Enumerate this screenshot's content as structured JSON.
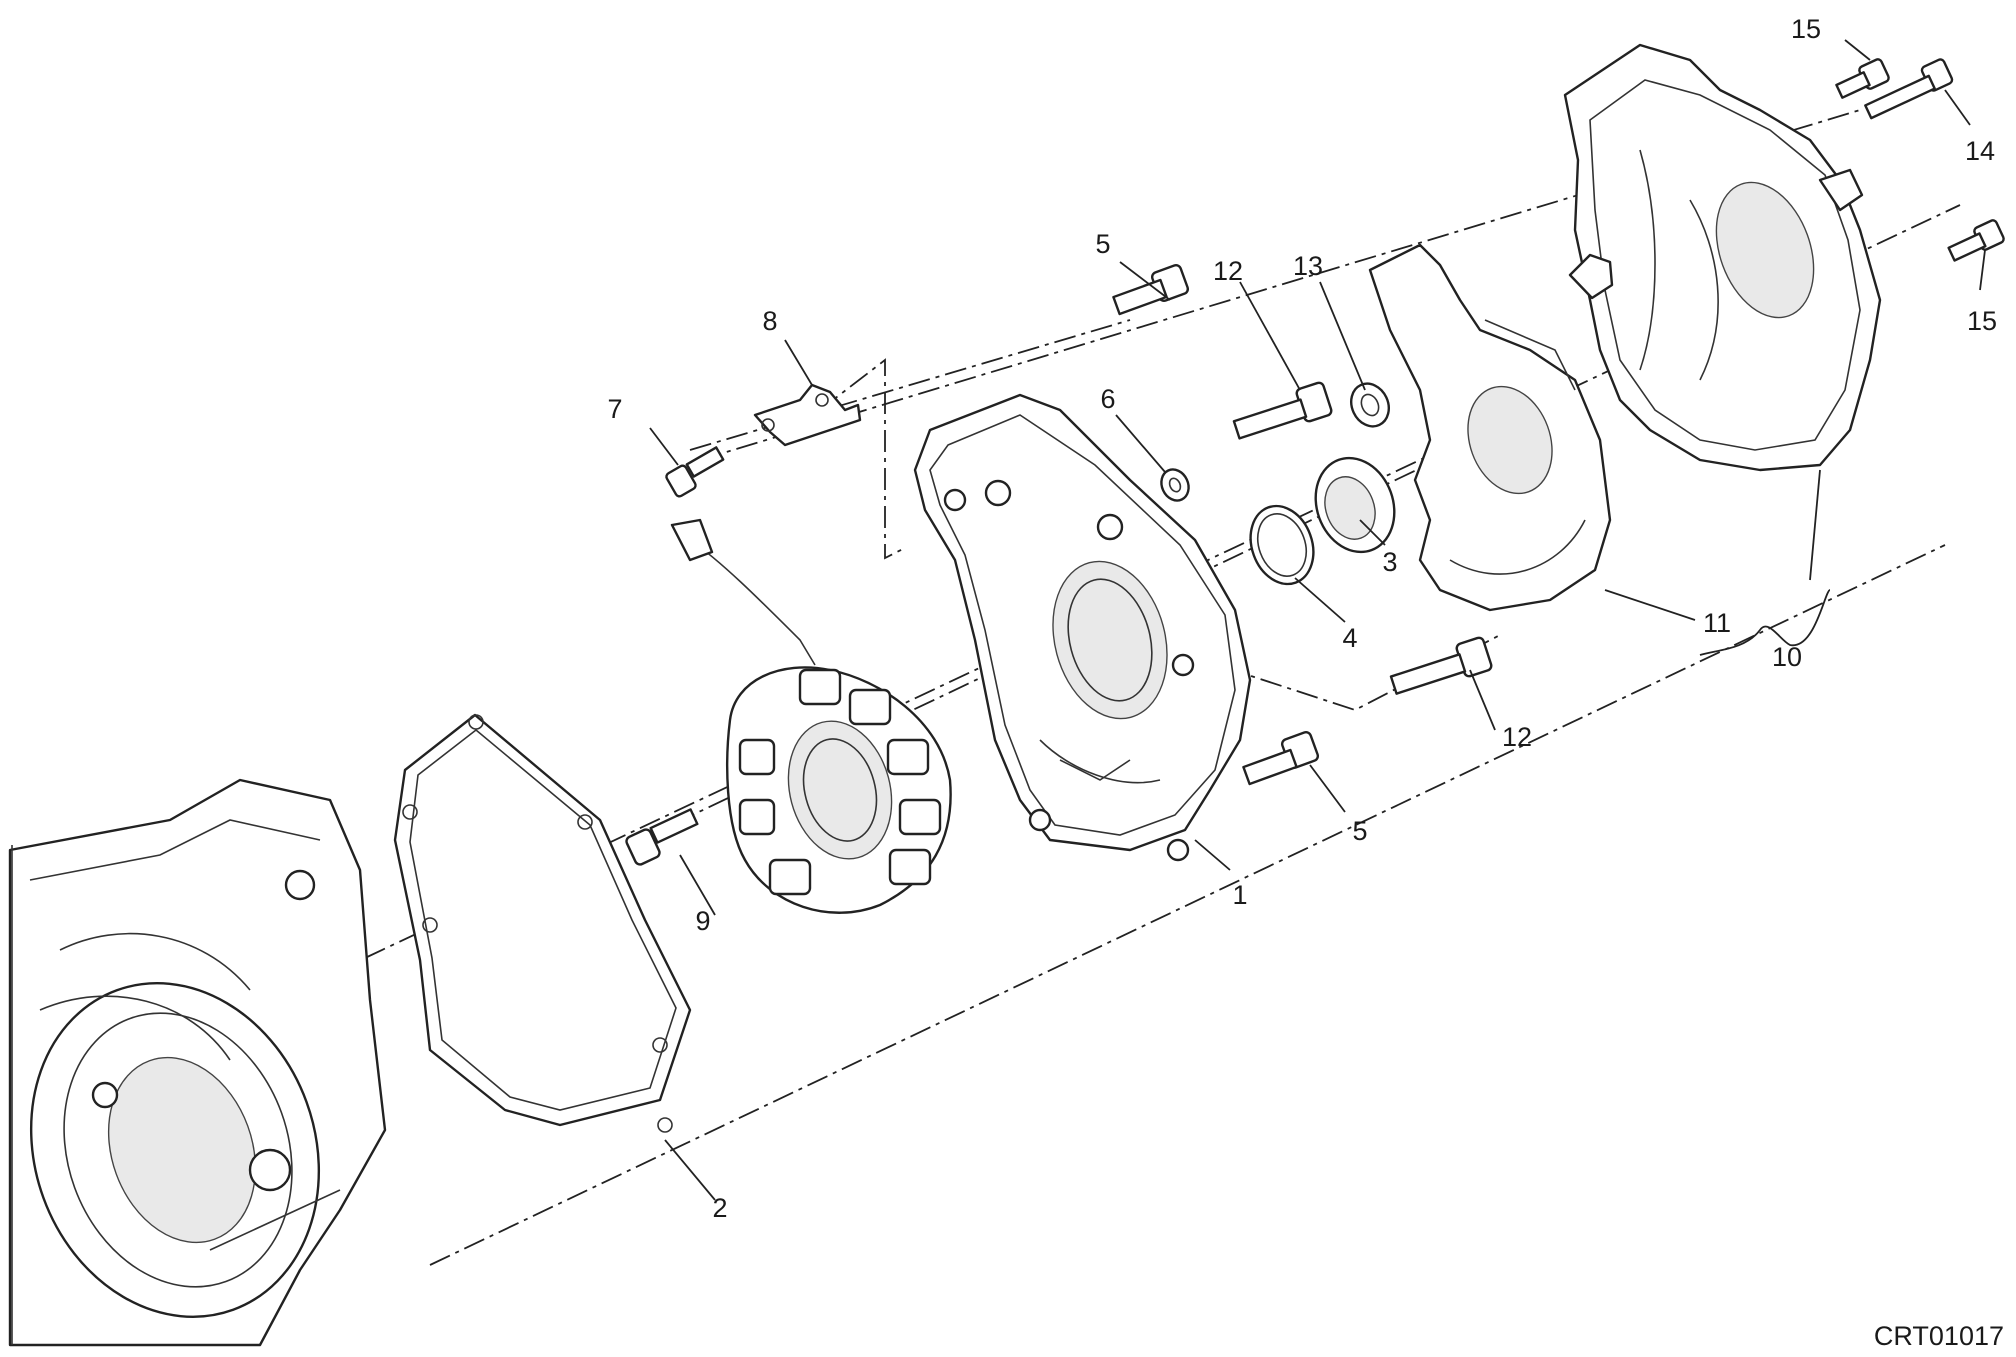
{
  "diagram_code": "CRT01017",
  "callouts": [
    {
      "id": "c1",
      "text": "1"
    },
    {
      "id": "c2",
      "text": "2"
    },
    {
      "id": "c3",
      "text": "3"
    },
    {
      "id": "c4",
      "text": "4"
    },
    {
      "id": "c5a",
      "text": "5"
    },
    {
      "id": "c5b",
      "text": "5"
    },
    {
      "id": "c6",
      "text": "6"
    },
    {
      "id": "c7",
      "text": "7"
    },
    {
      "id": "c8",
      "text": "8"
    },
    {
      "id": "c9",
      "text": "9"
    },
    {
      "id": "c10",
      "text": "10"
    },
    {
      "id": "c11",
      "text": "11"
    },
    {
      "id": "c12a",
      "text": "12"
    },
    {
      "id": "c12b",
      "text": "12"
    },
    {
      "id": "c13",
      "text": "13"
    },
    {
      "id": "c14",
      "text": "14"
    },
    {
      "id": "c15a",
      "text": "15"
    },
    {
      "id": "c15b",
      "text": "15"
    }
  ]
}
